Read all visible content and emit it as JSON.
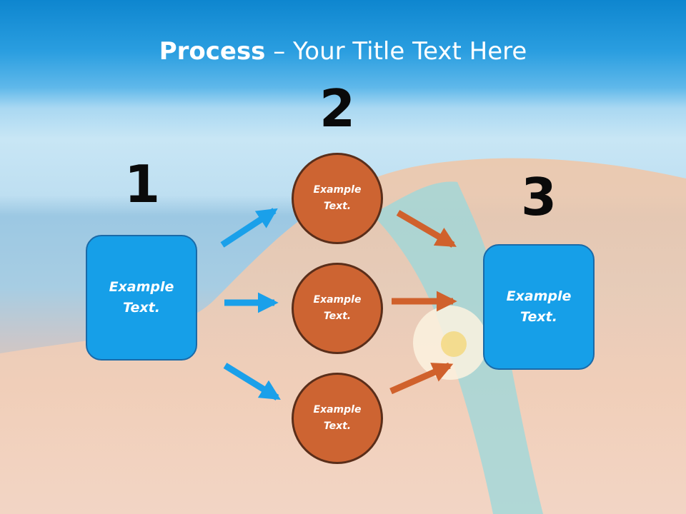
{
  "title": {
    "bold": "Process",
    "rest": " – Your Title Text Here"
  },
  "steps": [
    {
      "number": "1",
      "line1": "Example",
      "line2": "Text."
    },
    {
      "number": "2",
      "circles": [
        {
          "line1": "Example",
          "line2": "Text."
        },
        {
          "line1": "Example",
          "line2": "Text."
        },
        {
          "line1": "Example",
          "line2": "Text."
        }
      ]
    },
    {
      "number": "3",
      "line1": "Example",
      "line2": "Text."
    }
  ],
  "colors": {
    "box": "#169fe8",
    "circle": "#cd6432",
    "arrow_blue": "#1aa0ea",
    "arrow_orange": "#d0612c"
  }
}
